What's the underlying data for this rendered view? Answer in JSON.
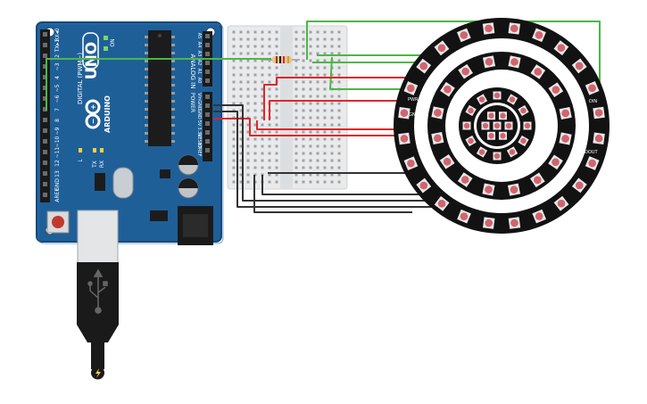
{
  "arduino": {
    "board_name": "UNO",
    "brand": "ARDUINO",
    "digital_label": "DIGITAL (PWM~)",
    "analog_label": "ANALOG IN",
    "power_label": "POWER",
    "on_label": "ON",
    "tx_label": "TX",
    "rx_label": "RX",
    "l_label": "L",
    "digital_pins": [
      "RX◂0",
      "TX▸1",
      "2",
      "~3",
      "4",
      "~5",
      "~6",
      "7",
      "8",
      "~9",
      "~10",
      "~11",
      "12",
      "13",
      "GND",
      "AREF"
    ],
    "analog_pins": [
      "A5",
      "A4",
      "A3",
      "A2",
      "A1",
      "A0"
    ],
    "power_pins": [
      "Vin",
      "GND",
      "GND",
      "5V",
      "3.3V",
      "RESET",
      "IOREF"
    ]
  },
  "rings": {
    "outer_count": 24,
    "middle_count": 16,
    "inner_count": 12,
    "jewel_count": 7,
    "labels": [
      "PWR",
      "GND",
      "DIN",
      "DOUT"
    ]
  },
  "icons": {
    "usb": "usb-icon",
    "power_bolt": "bolt-icon"
  },
  "colors": {
    "board": "#1f5f98",
    "board_edge": "#174a78",
    "green_wire": "#4cb748",
    "red_wire": "#e0262a",
    "black_wire": "#333333",
    "led": "#d2646e",
    "ring": "#121212"
  }
}
